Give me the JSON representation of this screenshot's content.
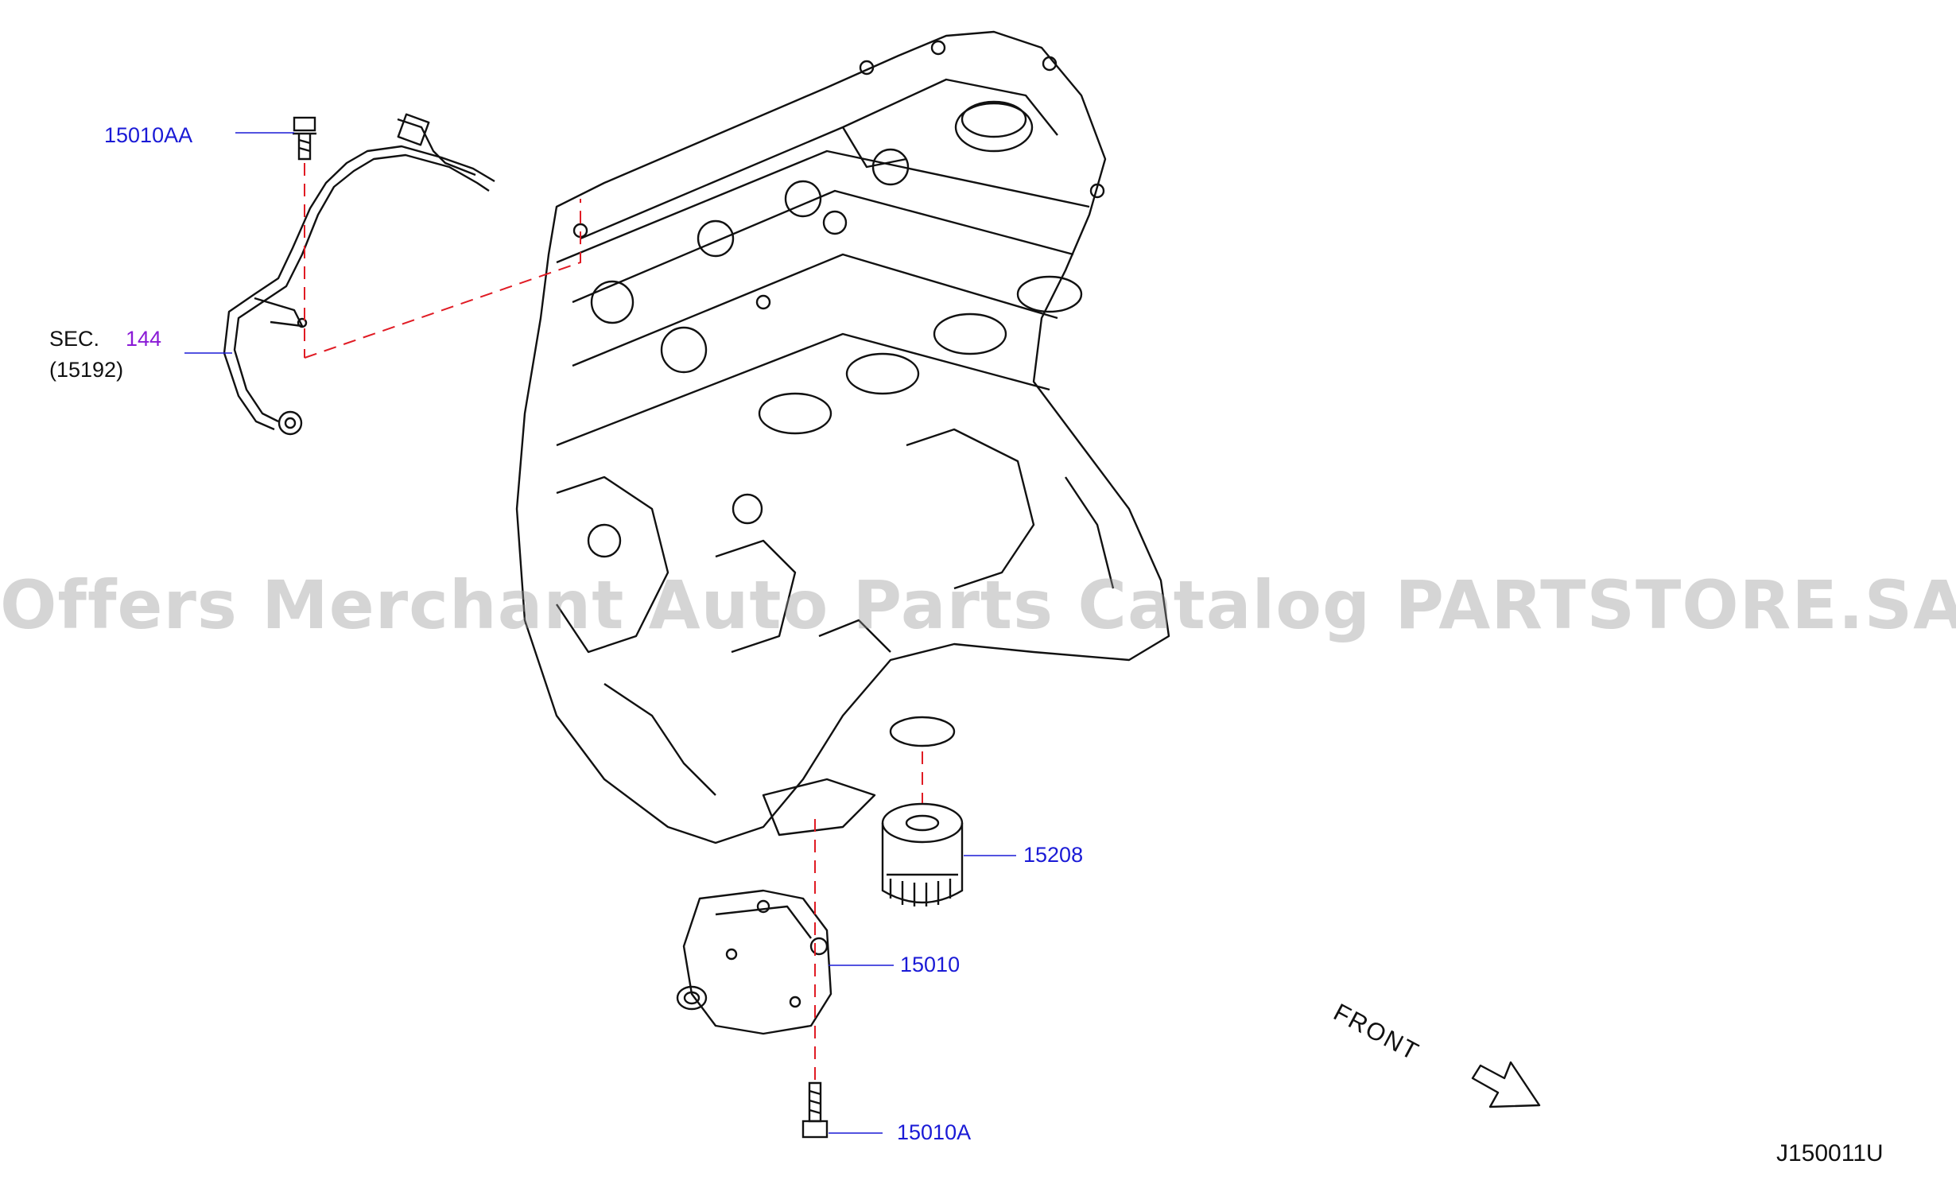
{
  "callouts": {
    "bolt_top": "15010AA",
    "sec_label": "SEC.",
    "sec_number": "144",
    "sec_sub": "(15192)",
    "oil_filter": "15208",
    "oil_pump": "15010",
    "bolt_bottom": "15010A"
  },
  "orientation": {
    "label": "FRONT"
  },
  "drawing_code": "J150011U",
  "watermark": "Offers Merchant Auto Parts Catalog PARTSTORE.SA",
  "colors": {
    "line_art": "#111111",
    "callout_text": "#1a1ad6",
    "section_ref": "#8a1ad6",
    "leader_dashed": "#e01b24",
    "watermark": "#969696"
  }
}
